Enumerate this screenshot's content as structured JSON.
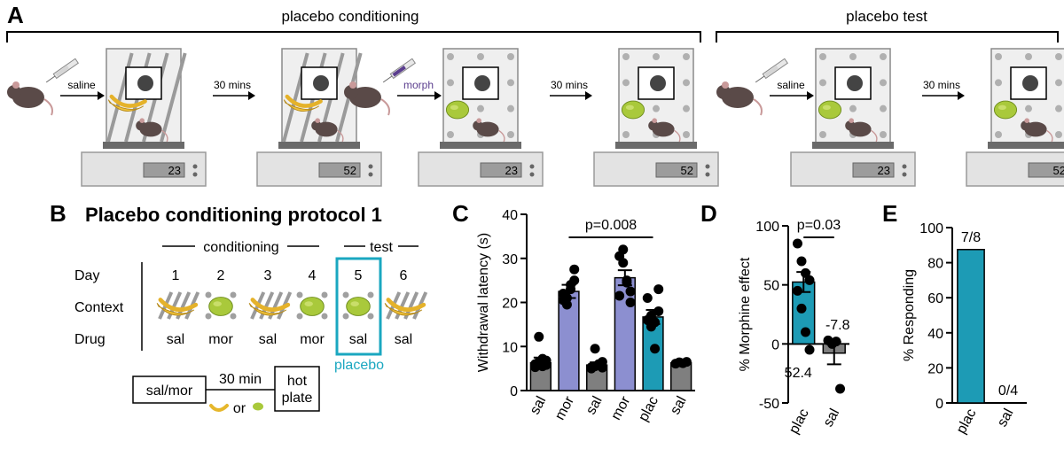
{
  "panel_a": {
    "letter": "A",
    "conditioning_label": "placebo conditioning",
    "test_label": "placebo test",
    "steps": [
      {
        "injection": "saline",
        "interval": "30 mins",
        "reading_before": "23",
        "reading_after": "52",
        "context": "banana",
        "injection_color": "#000000"
      },
      {
        "injection": "morph",
        "interval": "30 mins",
        "reading_before": "23",
        "reading_after": "52",
        "context": "lime",
        "injection_color": "#5b3e8e"
      },
      {
        "injection": "saline",
        "interval": "30 mins",
        "reading_before": "23",
        "reading_after": "52",
        "context": "lime",
        "injection_color": "#000000"
      }
    ]
  },
  "panel_b": {
    "letter": "B",
    "title": "Placebo conditioning protocol 1",
    "conditioning_header": "conditioning",
    "test_header": "test",
    "row_labels": {
      "day": "Day",
      "context": "Context",
      "drug": "Drug"
    },
    "days": [
      {
        "day": "1",
        "context": "banana",
        "drug": "sal"
      },
      {
        "day": "2",
        "context": "lime",
        "drug": "mor"
      },
      {
        "day": "3",
        "context": "banana",
        "drug": "sal"
      },
      {
        "day": "4",
        "context": "lime",
        "drug": "mor"
      },
      {
        "day": "5",
        "context": "lime",
        "drug": "sal"
      },
      {
        "day": "6",
        "context": "banana",
        "drug": "sal"
      }
    ],
    "highlight_label": "placebo",
    "highlight_color": "#1aa7c0",
    "timeline": {
      "box1": "sal/mor",
      "interval": "30 min",
      "or": "or",
      "box2_line1": "hot",
      "box2_line2": "plate"
    }
  },
  "chart_data": [
    {
      "panel": "C",
      "type": "bar",
      "ylabel": "Withdrawal latency (s)",
      "ylim": [
        0,
        40
      ],
      "yticks": [
        0,
        10,
        20,
        30,
        40
      ],
      "categories": [
        "sal",
        "mor",
        "sal",
        "mor",
        "plac",
        "sal"
      ],
      "values": [
        6.3,
        22.5,
        5.8,
        25.6,
        16.7,
        6.3
      ],
      "errors": [
        1.2,
        1.5,
        0.6,
        1.7,
        1.6,
        0.3
      ],
      "bar_colors": [
        "#7f7f7f",
        "#8c8fd0",
        "#7f7f7f",
        "#8c8fd0",
        "#1d9bb5",
        "#7f7f7f"
      ],
      "points": [
        [
          5.3,
          6.5,
          7.2,
          5.8,
          6.0,
          12.2,
          5.5,
          6.8
        ],
        [
          20.5,
          21.0,
          24.0,
          27.5,
          22.0,
          19.5,
          23.0,
          25.0
        ],
        [
          5.0,
          5.5,
          6.0,
          6.5,
          5.3,
          9.5,
          5.8,
          5.2
        ],
        [
          30.5,
          29.0,
          25.0,
          22.5,
          21.5,
          32.0,
          24.5,
          20.0
        ],
        [
          16.0,
          17.0,
          15.5,
          18.0,
          21.0,
          14.5,
          9.5,
          23.0
        ],
        [
          6.1,
          6.4,
          6.2,
          6.5
        ]
      ],
      "annotation": "p=0.008",
      "annotation_span": [
        1,
        4
      ]
    },
    {
      "panel": "D",
      "type": "bar",
      "ylabel": "% Morphine effect",
      "ylim": [
        -50,
        100
      ],
      "yticks": [
        -50,
        0,
        50,
        100
      ],
      "categories": [
        "plac",
        "sal"
      ],
      "values": [
        52.4,
        -7.8
      ],
      "errors": [
        8.5,
        9.5
      ],
      "bar_colors": [
        "#1d9bb5",
        "#7f7f7f"
      ],
      "value_labels": [
        "52.4",
        "-7.8"
      ],
      "points": [
        [
          85,
          70,
          60,
          54,
          45,
          30,
          10,
          -5
        ],
        [
          3,
          0,
          2,
          -38
        ]
      ],
      "annotation": "p=0.03",
      "annotation_span": [
        0,
        1
      ]
    },
    {
      "panel": "E",
      "type": "bar",
      "ylabel": "% Responding",
      "ylim": [
        0,
        100
      ],
      "yticks": [
        0,
        20,
        40,
        60,
        80,
        100
      ],
      "categories": [
        "plac",
        "sal"
      ],
      "values": [
        87.5,
        0
      ],
      "bar_colors": [
        "#1d9bb5",
        "#7f7f7f"
      ],
      "value_labels": [
        "7/8",
        "0/4"
      ]
    }
  ]
}
